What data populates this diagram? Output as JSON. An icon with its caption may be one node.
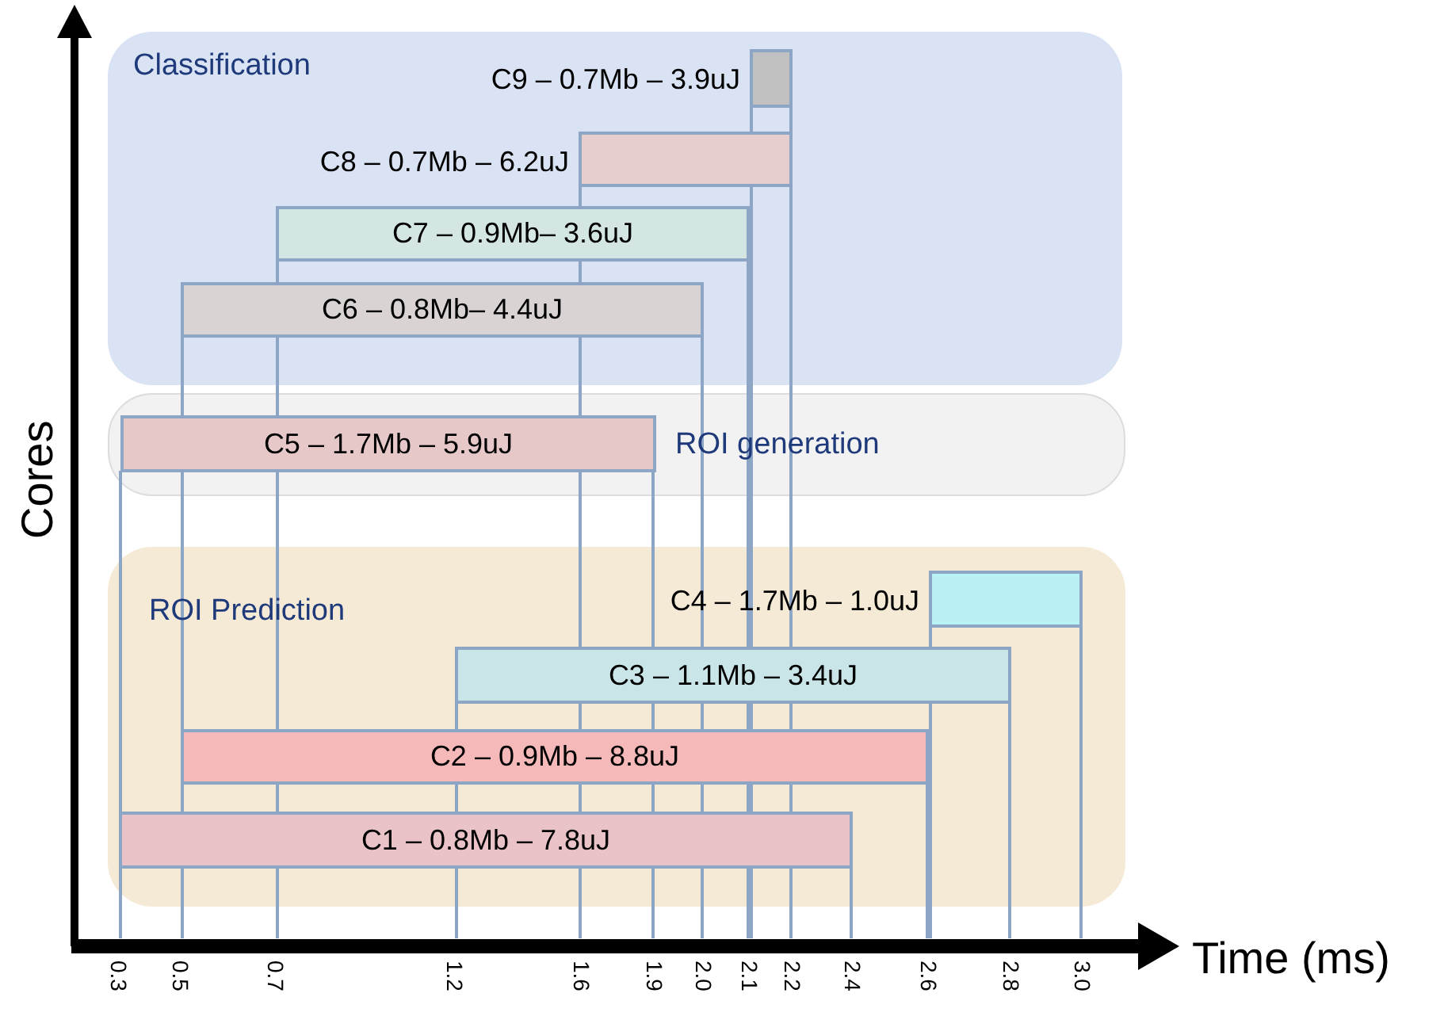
{
  "diagram": {
    "nodes": [
      {
        "text": [
          "Classification"
        ]
      },
      {
        "text": [],
        "in": 0,
        "shape": "bar",
        "beside": [
          "C9 – 0.7Mb – 3.9uJ"
        ]
      },
      {
        "text": [],
        "in": 0,
        "shape": "bar",
        "beside": [
          "C8 – 0.7Mb – 6.2uJ"
        ]
      },
      {
        "text": [
          "C7 – 0.9Mb– 3.6uJ"
        ],
        "in": 0
      },
      {
        "text": [
          "C6 – 0.8Mb– 4.4uJ"
        ],
        "in": 0
      },
      {
        "text": [
          "ROI generation"
        ]
      },
      {
        "text": [
          "C5 – 1.7Mb – 5.9uJ"
        ],
        "in": 5
      },
      {
        "text": [
          "ROI Prediction"
        ]
      },
      {
        "text": [],
        "in": 7,
        "shape": "bar",
        "beside": [
          "C4 – 1.7Mb – 1.0uJ"
        ]
      },
      {
        "text": [
          "C3 – 1.1Mb – 3.4uJ"
        ],
        "in": 7
      },
      {
        "text": [
          "C2 – 0.9Mb – 8.8uJ"
        ],
        "in": 7
      },
      {
        "text": [
          "C1 – 0.8Mb – 7.8uJ"
        ],
        "in": 7
      }
    ],
    "edges": [],
    "labels": [
      "Cores",
      "0.3",
      "0.5",
      "0.7",
      "1.2",
      "1.6",
      "1.9",
      "2.0",
      "2.1",
      "2.2",
      "2.4",
      "2.6",
      "2.8",
      "3.0",
      "Time (ms)"
    ]
  }
}
